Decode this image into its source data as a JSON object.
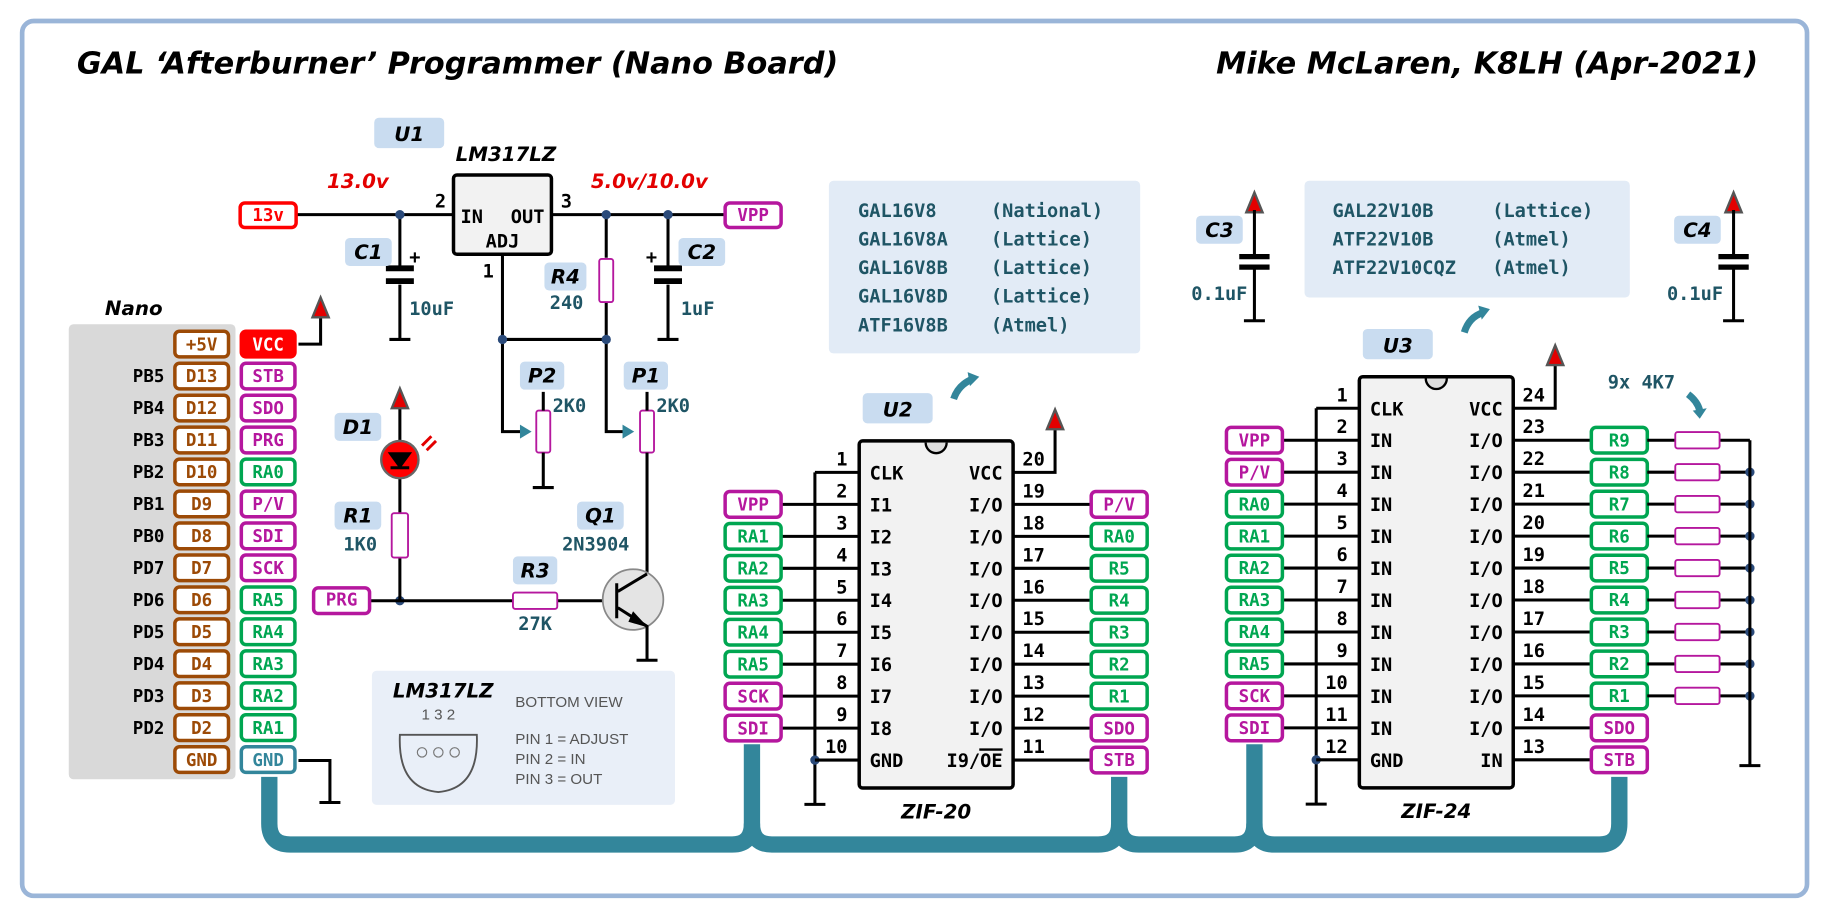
{
  "header": {
    "title": "GAL ‘Afterburner’ Programmer (Nano Board)",
    "author": "Mike McLaren, K8LH (Apr-2021)"
  },
  "colors": {
    "frame": "#9ab5d8",
    "label_bg": "#c9dcf0",
    "info_bg": "#e2ebf6",
    "nano_bg": "#d9d9d9",
    "arduino_pin": "#9c4a06",
    "control_signal": "#b5179e",
    "address_signal": "#00a651",
    "power_signal": "#ff0000",
    "ground_signal": "#33869b",
    "value_text": "#1f5565",
    "voltage_text": "#e30000",
    "bus": "#33869b",
    "junction": "#2a4a7a"
  },
  "nano": {
    "label": "Nano",
    "rows": [
      {
        "port": "",
        "pin": "+5V",
        "signal": "VCC",
        "signal_type": "power"
      },
      {
        "port": "PB5",
        "pin": "D13",
        "signal": "STB",
        "signal_type": "control"
      },
      {
        "port": "PB4",
        "pin": "D12",
        "signal": "SDO",
        "signal_type": "control"
      },
      {
        "port": "PB3",
        "pin": "D11",
        "signal": "PRG",
        "signal_type": "control"
      },
      {
        "port": "PB2",
        "pin": "D10",
        "signal": "RA0",
        "signal_type": "address"
      },
      {
        "port": "PB1",
        "pin": "D9",
        "signal": "P/V",
        "signal_type": "control"
      },
      {
        "port": "PB0",
        "pin": "D8",
        "signal": "SDI",
        "signal_type": "control"
      },
      {
        "port": "PD7",
        "pin": "D7",
        "signal": "SCK",
        "signal_type": "control"
      },
      {
        "port": "PD6",
        "pin": "D6",
        "signal": "RA5",
        "signal_type": "address"
      },
      {
        "port": "PD5",
        "pin": "D5",
        "signal": "RA4",
        "signal_type": "address"
      },
      {
        "port": "PD4",
        "pin": "D4",
        "signal": "RA3",
        "signal_type": "address"
      },
      {
        "port": "PD3",
        "pin": "D3",
        "signal": "RA2",
        "signal_type": "address"
      },
      {
        "port": "PD2",
        "pin": "D2",
        "signal": "RA1",
        "signal_type": "address"
      },
      {
        "port": "",
        "pin": "GND",
        "signal": "GND",
        "signal_type": "ground"
      }
    ]
  },
  "regulator": {
    "ref": "U1",
    "part": "LM317LZ",
    "in_label": "IN",
    "out_label": "OUT",
    "adj_label": "ADJ",
    "pin_in": "2",
    "pin_out": "3",
    "pin_adj": "1",
    "input_net": "13v",
    "input_voltage": "13.0v",
    "output_voltage": "5.0v/10.0v",
    "output_net": "VPP"
  },
  "components": {
    "C1": {
      "ref": "C1",
      "value": "10uF",
      "polarity": "+"
    },
    "C2": {
      "ref": "C2",
      "value": "1uF",
      "polarity": "+"
    },
    "C3": {
      "ref": "C3",
      "value": "0.1uF"
    },
    "C4": {
      "ref": "C4",
      "value": "0.1uF"
    },
    "R1": {
      "ref": "R1",
      "value": "1K0"
    },
    "R3": {
      "ref": "R3",
      "value": "27K"
    },
    "R4": {
      "ref": "R4",
      "value": "240"
    },
    "P1": {
      "ref": "P1",
      "value": "2K0"
    },
    "P2": {
      "ref": "P2",
      "value": "2K0"
    },
    "D1": {
      "ref": "D1"
    },
    "Q1": {
      "ref": "Q1",
      "value": "2N3904"
    },
    "prg_net": "PRG",
    "pullups": "9x  4K7"
  },
  "pinout_note": {
    "part": "LM317LZ",
    "pins": "1 3 2",
    "view": "BOTTOM VIEW",
    "lines": [
      "PIN 1 = ADJUST",
      "PIN 2 = IN",
      "PIN 3 = OUT"
    ]
  },
  "u2": {
    "ref": "U2",
    "package": "ZIF-20",
    "devices": [
      {
        "part": "GAL16V8",
        "maker": "(National)"
      },
      {
        "part": "GAL16V8A",
        "maker": "(Lattice)"
      },
      {
        "part": "GAL16V8B",
        "maker": "(Lattice)"
      },
      {
        "part": "GAL16V8D",
        "maker": "(Lattice)"
      },
      {
        "part": "ATF16V8B",
        "maker": "(Atmel)"
      }
    ],
    "left_pins": [
      {
        "num": "1",
        "name": "CLK",
        "net": ""
      },
      {
        "num": "2",
        "name": "I1",
        "net": "VPP",
        "type": "control"
      },
      {
        "num": "3",
        "name": "I2",
        "net": "RA1",
        "type": "address"
      },
      {
        "num": "4",
        "name": "I3",
        "net": "RA2",
        "type": "address"
      },
      {
        "num": "5",
        "name": "I4",
        "net": "RA3",
        "type": "address"
      },
      {
        "num": "6",
        "name": "I5",
        "net": "RA4",
        "type": "address"
      },
      {
        "num": "7",
        "name": "I6",
        "net": "RA5",
        "type": "address"
      },
      {
        "num": "8",
        "name": "I7",
        "net": "SCK",
        "type": "control"
      },
      {
        "num": "9",
        "name": "I8",
        "net": "SDI",
        "type": "control"
      },
      {
        "num": "10",
        "name": "GND",
        "net": ""
      }
    ],
    "right_pins": [
      {
        "num": "20",
        "name": "VCC",
        "net": ""
      },
      {
        "num": "19",
        "name": "I/O",
        "net": "P/V",
        "type": "control"
      },
      {
        "num": "18",
        "name": "I/O",
        "net": "RA0",
        "type": "address"
      },
      {
        "num": "17",
        "name": "I/O",
        "net": "R5",
        "type": "address"
      },
      {
        "num": "16",
        "name": "I/O",
        "net": "R4",
        "type": "address"
      },
      {
        "num": "15",
        "name": "I/O",
        "net": "R3",
        "type": "address"
      },
      {
        "num": "14",
        "name": "I/O",
        "net": "R2",
        "type": "address"
      },
      {
        "num": "13",
        "name": "I/O",
        "net": "R1",
        "type": "address"
      },
      {
        "num": "12",
        "name": "I/O",
        "net": "SDO",
        "type": "control"
      },
      {
        "num": "11",
        "name": "I9/OE",
        "net": "STB",
        "type": "control"
      }
    ]
  },
  "u3": {
    "ref": "U3",
    "package": "ZIF-24",
    "devices": [
      {
        "part": "GAL22V10B",
        "maker": "(Lattice)"
      },
      {
        "part": "ATF22V10B",
        "maker": "(Atmel)"
      },
      {
        "part": "ATF22V10CQZ",
        "maker": "(Atmel)"
      }
    ],
    "left_pins": [
      {
        "num": "1",
        "name": "CLK",
        "net": ""
      },
      {
        "num": "2",
        "name": "IN",
        "net": "VPP",
        "type": "control"
      },
      {
        "num": "3",
        "name": "IN",
        "net": "P/V",
        "type": "control"
      },
      {
        "num": "4",
        "name": "IN",
        "net": "RA0",
        "type": "address"
      },
      {
        "num": "5",
        "name": "IN",
        "net": "RA1",
        "type": "address"
      },
      {
        "num": "6",
        "name": "IN",
        "net": "RA2",
        "type": "address"
      },
      {
        "num": "7",
        "name": "IN",
        "net": "RA3",
        "type": "address"
      },
      {
        "num": "8",
        "name": "IN",
        "net": "RA4",
        "type": "address"
      },
      {
        "num": "9",
        "name": "IN",
        "net": "RA5",
        "type": "address"
      },
      {
        "num": "10",
        "name": "IN",
        "net": "SCK",
        "type": "control"
      },
      {
        "num": "11",
        "name": "IN",
        "net": "SDI",
        "type": "control"
      },
      {
        "num": "12",
        "name": "GND",
        "net": ""
      }
    ],
    "right_pins": [
      {
        "num": "24",
        "name": "VCC",
        "net": ""
      },
      {
        "num": "23",
        "name": "I/O",
        "net": "R9",
        "type": "address"
      },
      {
        "num": "22",
        "name": "I/O",
        "net": "R8",
        "type": "address"
      },
      {
        "num": "21",
        "name": "I/O",
        "net": "R7",
        "type": "address"
      },
      {
        "num": "20",
        "name": "I/O",
        "net": "R6",
        "type": "address"
      },
      {
        "num": "19",
        "name": "I/O",
        "net": "R5",
        "type": "address"
      },
      {
        "num": "18",
        "name": "I/O",
        "net": "R4",
        "type": "address"
      },
      {
        "num": "17",
        "name": "I/O",
        "net": "R3",
        "type": "address"
      },
      {
        "num": "16",
        "name": "I/O",
        "net": "R2",
        "type": "address"
      },
      {
        "num": "15",
        "name": "I/O",
        "net": "R1",
        "type": "address"
      },
      {
        "num": "14",
        "name": "I/O",
        "net": "SDO",
        "type": "control"
      },
      {
        "num": "13",
        "name": "IN",
        "net": "STB",
        "type": "control"
      }
    ]
  }
}
